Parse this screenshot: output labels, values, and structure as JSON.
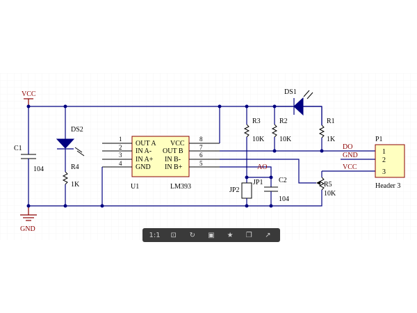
{
  "power": {
    "vcc": "VCC",
    "gnd": "GND"
  },
  "components": {
    "c1": {
      "ref": "C1",
      "value": "104"
    },
    "ds2": {
      "ref": "DS2"
    },
    "r4": {
      "ref": "R4",
      "value": "1K"
    },
    "u1": {
      "ref": "U1",
      "part": "LM393",
      "left_pins": [
        {
          "num": "1",
          "name": "OUT A"
        },
        {
          "num": "2",
          "name": "IN A-"
        },
        {
          "num": "3",
          "name": "IN A+"
        },
        {
          "num": "4",
          "name": "GND"
        }
      ],
      "right_pins": [
        {
          "num": "8",
          "name": "VCC"
        },
        {
          "num": "7",
          "name": "OUT B"
        },
        {
          "num": "6",
          "name": "IN B-"
        },
        {
          "num": "5",
          "name": "IN B+"
        }
      ]
    },
    "r3": {
      "ref": "R3",
      "value": "10K"
    },
    "r2": {
      "ref": "R2",
      "value": "10K"
    },
    "ds1": {
      "ref": "DS1"
    },
    "r1": {
      "ref": "R1",
      "value": "1K"
    },
    "jp1": {
      "ref": "JP1"
    },
    "jp2": {
      "ref": "JP2"
    },
    "c2": {
      "ref": "C2",
      "value": "104"
    },
    "r5": {
      "ref": "R5",
      "value": "10K"
    },
    "p1": {
      "ref": "P1",
      "part": "Header 3",
      "pins": [
        "1",
        "2",
        "3"
      ]
    }
  },
  "nets": {
    "do": "DO",
    "gnd": "GND",
    "vcc": "VCC",
    "ao": "AO"
  },
  "toolbar": {
    "zoom": "1:1"
  },
  "colors": {
    "wire": "#000080",
    "net_label": "#8b0000",
    "ic_fill": "#ffffc0"
  }
}
